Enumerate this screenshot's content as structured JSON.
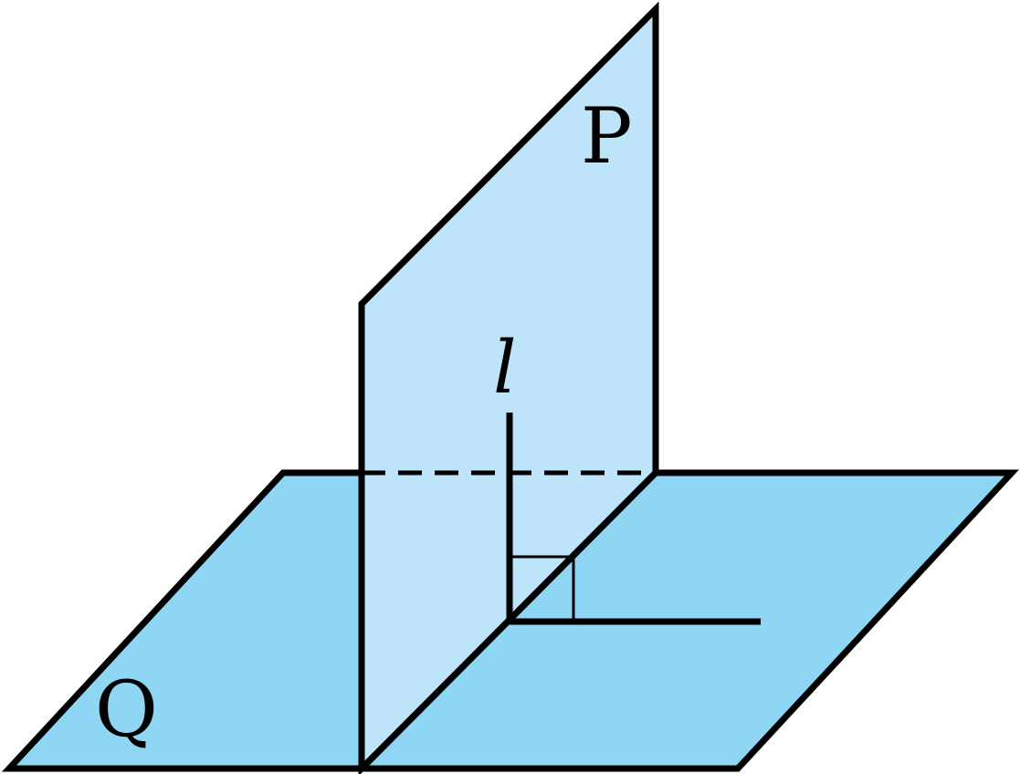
{
  "labels": {
    "plane_p": "P",
    "plane_q": "Q",
    "line_l": "l"
  },
  "colors": {
    "plane_q_fill": "#8fd6f5",
    "plane_p_fill": "#bde4f9",
    "stroke": "#000000"
  }
}
